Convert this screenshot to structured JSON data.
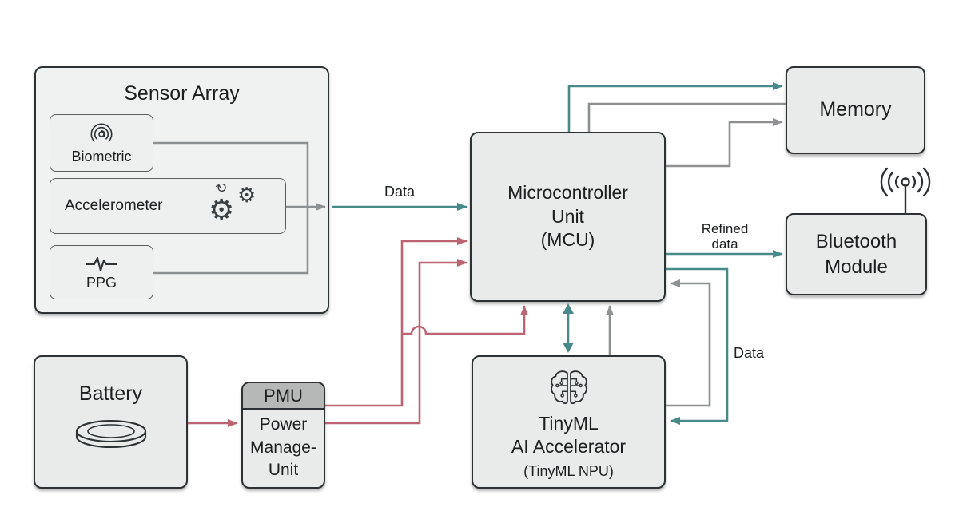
{
  "blocks": {
    "sensor_array": {
      "title": "Sensor Array"
    },
    "biometric": {
      "label": "Biometric",
      "icon": "fingerprint-icon"
    },
    "accelerometer": {
      "label": "Accelerometer",
      "icon": "gears-icon"
    },
    "ppg": {
      "label": "PPG",
      "icon": "waveform-icon"
    },
    "battery": {
      "label": "Battery",
      "icon": "coin-cell-icon"
    },
    "pmu": {
      "header": "PMU",
      "line1": "Power",
      "line2": "Manage-",
      "line3": "Unit"
    },
    "mcu": {
      "line1": "Microcontroller",
      "line2": "Unit",
      "line3": "(MCU)"
    },
    "tinyml": {
      "line1": "TinyML",
      "line2": "AI Accelerator",
      "line3": "(TinyML NPU)",
      "icon": "brain-circuit-icon"
    },
    "memory": {
      "label": "Memory"
    },
    "bluetooth": {
      "line1": "Bluetooth",
      "line2": "Module",
      "icon": "antenna-icon"
    }
  },
  "edge_labels": {
    "sensor_to_mcu": "Data",
    "mcu_to_bluetooth_line1": "Refined",
    "mcu_to_bluetooth_line2": "data",
    "mcu_to_tinyml": "Data"
  },
  "colors": {
    "teal": "#478a88",
    "red": "#bd6473",
    "gray": "#8d9191",
    "dark": "#2c3134",
    "boxfill": "#e8ebea",
    "sensorfill": "#f0f2f1",
    "innerfill": "#eef0ef",
    "pmuhead": "#b5b8b7",
    "text": "#1c1e1f"
  }
}
